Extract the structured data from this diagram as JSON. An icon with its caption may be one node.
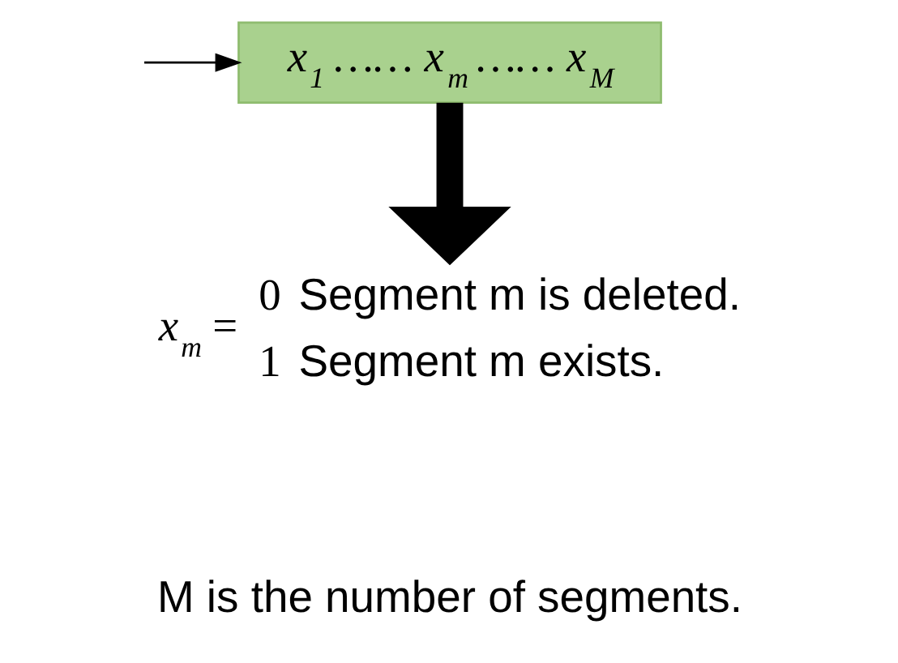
{
  "diagram": {
    "nodes": [
      {
        "text": [
          "x$_{1}$ …… x$_{m}$ …… x$_{M}$"
        ]
      },
      {
        "text": [
          "x$_{m}$ =",
          "0",
          "Segment m is deleted.",
          "1",
          "Segment m exists."
        ]
      }
    ],
    "edges": [
      {
        "from": null,
        "to": 0,
        "arrow": "to"
      },
      {
        "from": 0,
        "to": 1,
        "arrow": "to",
        "style": "thick"
      }
    ],
    "labels": [
      "M is the number of segments."
    ]
  }
}
